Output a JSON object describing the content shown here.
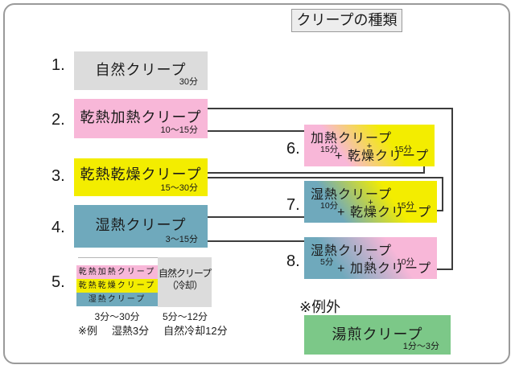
{
  "title": "クリープの種類",
  "simple_items": [
    {
      "number": "1.",
      "label": "自然クリープ",
      "duration": "30分",
      "color": "#dcdcdc"
    },
    {
      "number": "2.",
      "label": "乾熱加熱クリープ",
      "duration": "10〜15分",
      "color": "#f8b7d8"
    },
    {
      "number": "3.",
      "label": "乾熱乾燥クリープ",
      "duration": "15〜30分",
      "color": "#f3ed00"
    },
    {
      "number": "4.",
      "label": "湿熱クリープ",
      "duration": "3〜15分",
      "color": "#6fa9bc"
    }
  ],
  "combo_item": {
    "number": "5.",
    "stack": [
      "乾熱加熱クリープ",
      "乾熱乾燥クリープ",
      "湿熱クリープ"
    ],
    "stack_duration": "3分〜30分",
    "side_box_line1": "自然クリープ",
    "side_box_line2": "（冷却）",
    "side_duration": "5分〜12分",
    "example_prefix": "※例",
    "example_item1": "湿熱3分",
    "example_item2": "自然冷却12分"
  },
  "sequence_items": [
    {
      "number": "6.",
      "first": "加熱クリープ",
      "first_time": "15分",
      "plus": "+",
      "second_time": "15分",
      "second": "+ 乾燥クリープ",
      "gradient": "pink-to-yellow"
    },
    {
      "number": "7.",
      "first": "湿熱クリープ",
      "first_time": "10分",
      "plus": "+",
      "second_time": "15分",
      "second": "+ 乾燥クリープ",
      "gradient": "teal-to-yellow"
    },
    {
      "number": "8.",
      "first": "湿熱クリープ",
      "first_time": "5分",
      "plus": "+",
      "second_time": "10分",
      "second": "+ 加熱クリープ",
      "gradient": "teal-to-pink"
    }
  ],
  "exception": {
    "heading": "※例外",
    "label": "湯煎クリープ",
    "duration": "1分〜3分",
    "color": "#7cc888"
  },
  "connections": [
    "2→6",
    "2→8",
    "3→6",
    "3→7",
    "4→7",
    "4→8"
  ],
  "colors": {
    "gray": "#dcdcdc",
    "pink": "#f8b7d8",
    "yellow": "#f3ed00",
    "teal": "#6fa9bc",
    "green": "#7cc888",
    "line": "#3c3c3c",
    "frame_border": "#9a9a9a"
  }
}
